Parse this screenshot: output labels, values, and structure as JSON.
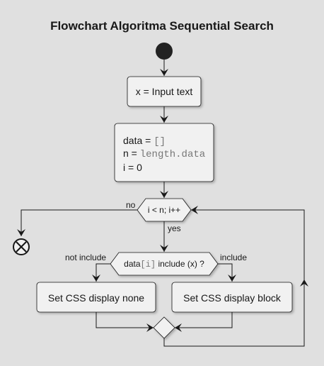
{
  "title": "Flowchart Algoritma Sequential Search",
  "nodes": {
    "input": "x = Input text",
    "init": {
      "line1_prefix": "data = ",
      "line1_code": "[]",
      "line2_prefix": "n = ",
      "line2_code": "length.data",
      "line3": "i = 0"
    },
    "loop_condition": "i < n; i++",
    "decision": {
      "code": "data[i]",
      "rest": " include (x) ?"
    },
    "action_none": "Set CSS display none",
    "action_block": "Set CSS display block"
  },
  "edge_labels": {
    "no": "no",
    "yes": "yes",
    "not_include": "not include",
    "include": "include"
  },
  "colors": {
    "background": "#e0e0e0",
    "node_fill": "#f1f1f1",
    "node_stroke": "#181818",
    "start_fill": "#222222",
    "line": "#181818"
  }
}
